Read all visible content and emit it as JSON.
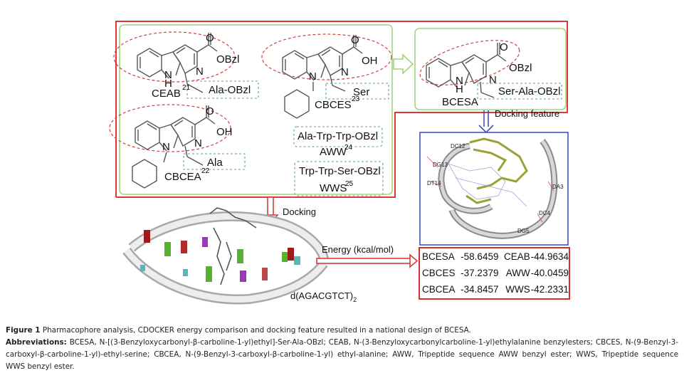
{
  "diagram": {
    "molecules": {
      "ceab": {
        "name": "CEAB",
        "ref": "21",
        "ester": "OBzl",
        "side_chain": "Ala-OBzl",
        "nh": "N",
        "h": "H",
        "ring_n": "N",
        "carbonyl_o": "O"
      },
      "cbces": {
        "name": "CBCES",
        "ref": "23",
        "acid": "OH",
        "side_chain": "Ser",
        "nh": "N",
        "ring_n": "N",
        "carbonyl_o": "O"
      },
      "cbcea": {
        "name": "CBCEA",
        "ref": "22",
        "acid": "OH",
        "side_chain": "Ala",
        "nh": "N",
        "ring_n": "N",
        "carbonyl_o": "O"
      },
      "aww": {
        "name": "AWW",
        "ref": "24",
        "sequence": "Ala-Trp-Trp-OBzl"
      },
      "wws": {
        "name": "WWS",
        "ref": "25",
        "sequence": "Trp-Trp-Ser-OBzl"
      },
      "bcesa": {
        "name": "BCESA",
        "ester": "OBzl",
        "side_chain": "Ser-Ala-OBzl",
        "nh": "N",
        "h": "H",
        "ring_n": "N",
        "carbonyl_o": "O"
      }
    },
    "labels": {
      "docking_feature": "Docking feature",
      "docking": "Docking",
      "energy": "Energy (kcal/mol)",
      "dna": "d(AGACGTCT)",
      "dna_sub": "2"
    },
    "residue_labels": [
      "DC12",
      "DG13",
      "DT14",
      "DA3",
      "DC4",
      "DG5"
    ],
    "energy_table": [
      {
        "a_name": "BCESA",
        "a_value": "-58.6459",
        "b_name": "CEAB",
        "b_value": "-44.9634"
      },
      {
        "a_name": "CBCES",
        "a_value": "-37.2379",
        "b_name": "AWW",
        "b_value": "-40.0459"
      },
      {
        "a_name": "CBCEA",
        "a_value": "-34.8457",
        "b_name": "WWS",
        "b_value": "-42.2331"
      }
    ],
    "colors": {
      "outer_frame": "#d83a3a",
      "green_frame": "#9ed67a",
      "blue_frame": "#3f51c8",
      "teal_dash": "#5f9ea0",
      "red_dash": "#d04040"
    }
  },
  "caption": {
    "figure_label": "Figure 1",
    "figure_text": " Pharmacophore analysis, CDOCKER energy comparison and docking feature resulted in a national design of BCESA.",
    "abbrev_label": "Abbreviations:",
    "abbrev_text": " BCESA, N-[(3-Benzyloxycarbonyl-β-carboline-1-yl)ethyl]-Ser-Ala-OBzl; CEAB, N-(3-Benzyloxycarbonylcarboline-1-yl)ethylalanine benzylesters; CBCES, N-(9-Benzyl-3-carboxyl-β-carboline-1-yl)-ethyl-serine; CBCEA, N-(9-Benzyl-3-carboxyl-β-carboline-1-yl) ethyl-alanine; AWW, Tripeptide sequence AWW benzyl ester; WWS, Tripeptide sequence WWS benzyl ester."
  }
}
